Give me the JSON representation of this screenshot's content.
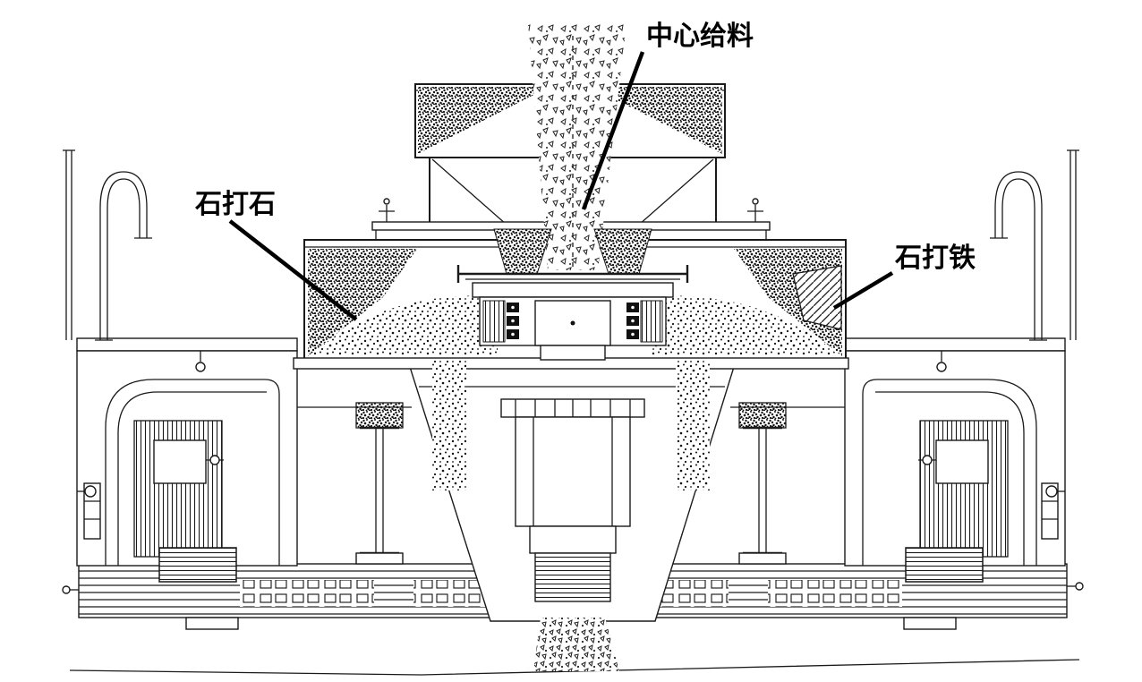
{
  "diagram": {
    "labels": {
      "center_feed": "中心给料",
      "stone_on_stone": "石打石",
      "stone_on_iron": "石打铁"
    },
    "colors": {
      "ink": "#1a1a1a",
      "paper": "#ffffff"
    }
  }
}
